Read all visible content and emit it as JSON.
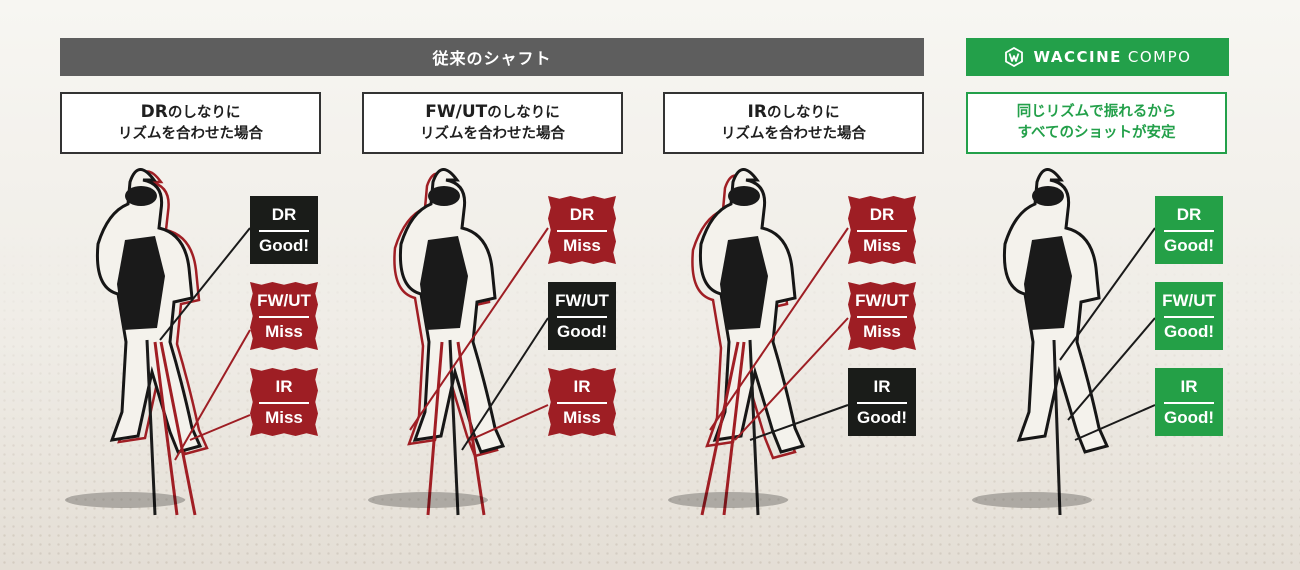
{
  "header": {
    "conventional_label": "従来のシャフト",
    "brand_main": "WACCINE",
    "brand_sub": "COMPO",
    "brand_icon": "waccine-logo-icon"
  },
  "colors": {
    "gray_banner": "#5e5e5e",
    "brand_green": "#23a04a",
    "miss_red": "#9e1e24",
    "good_dark": "#1a1c19"
  },
  "columns": [
    {
      "line1_em": "DR",
      "line1_rest": "のしなりに",
      "line2": "リズムを合わせた場合",
      "tags": [
        {
          "club": "DR",
          "result": "Good!"
        },
        {
          "club": "FW/UT",
          "result": "Miss"
        },
        {
          "club": "IR",
          "result": "Miss"
        }
      ]
    },
    {
      "line1_em": "FW/UT",
      "line1_rest": "のしなりに",
      "line2": "リズムを合わせた場合",
      "tags": [
        {
          "club": "DR",
          "result": "Miss"
        },
        {
          "club": "FW/UT",
          "result": "Good!"
        },
        {
          "club": "IR",
          "result": "Miss"
        }
      ]
    },
    {
      "line1_em": "IR",
      "line1_rest": "のしなりに",
      "line2": "リズムを合わせた場合",
      "tags": [
        {
          "club": "DR",
          "result": "Miss"
        },
        {
          "club": "FW/UT",
          "result": "Miss"
        },
        {
          "club": "IR",
          "result": "Good!"
        }
      ]
    },
    {
      "line1_em": "",
      "line1_rest": "同じリズムで振れるから",
      "line2": "すべてのショットが安定",
      "tags": [
        {
          "club": "DR",
          "result": "Good!"
        },
        {
          "club": "FW/UT",
          "result": "Good!"
        },
        {
          "club": "IR",
          "result": "Good!"
        }
      ]
    }
  ]
}
